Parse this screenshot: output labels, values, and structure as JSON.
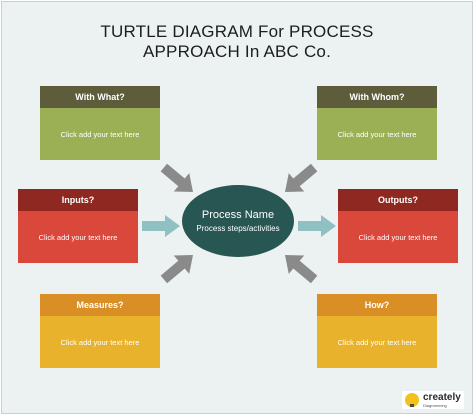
{
  "title": {
    "line1": "TURTLE DIAGRAM For PROCESS",
    "line2": "APPROACH In ABC Co."
  },
  "center": {
    "name": "Process Name",
    "subtitle": "Process steps/activities"
  },
  "boxes": {
    "with_what": {
      "header": "With What?",
      "body": "Click add your text here"
    },
    "with_whom": {
      "header": "With Whom?",
      "body": "Click add your text here"
    },
    "inputs": {
      "header": "Inputs?",
      "body": "Click add your text here"
    },
    "outputs": {
      "header": "Outputs?",
      "body": "Click add your text here"
    },
    "measures": {
      "header": "Measures?",
      "body": "Click add your text here"
    },
    "how": {
      "header": "How?",
      "body": "Click add your text here"
    }
  },
  "watermark": {
    "name": "creately",
    "tagline": "Diagramming"
  },
  "colors": {
    "canvas": "#ecf1f1",
    "olive_header": "#5d5d3b",
    "olive_body": "#9bb055",
    "red_header": "#8e2820",
    "red_body": "#d9483a",
    "amber_header": "#d98f26",
    "amber_body": "#e8b22d",
    "center": "#275653",
    "diagonal_arrow": "#8a8a8a",
    "horizontal_arrow": "#8fc0c2"
  },
  "icons": {
    "diagonal_arrows": "gray-block-arrow-icon",
    "horizontal_arrows": "teal-block-arrow-icon",
    "watermark": "lightbulb-icon"
  }
}
